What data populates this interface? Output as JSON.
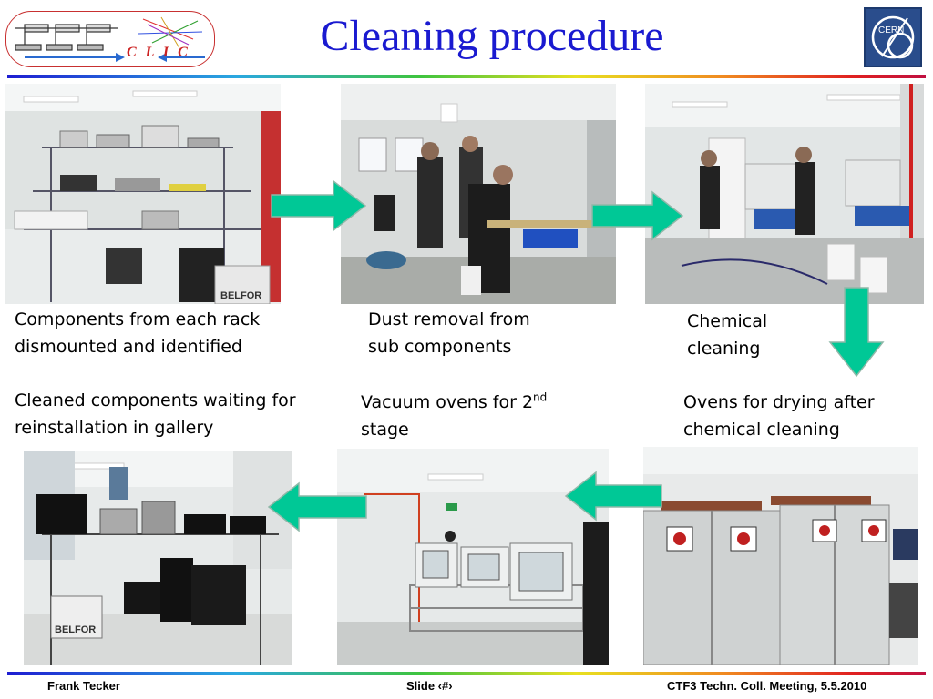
{
  "header": {
    "title": "Cleaning procedure",
    "logo_text": "C L I C",
    "cern_text": "CERN"
  },
  "captions": {
    "c1": "Components from each rack dismounted and identified",
    "c2": "Dust removal from sub components",
    "c3": "Chemical cleaning",
    "c4": "Ovens for drying after chemical cleaning",
    "c5_main": "Vacuum ovens for 2",
    "c5_sup": "nd",
    "c5_tail": "stage",
    "c6": "Cleaned components waiting for reinstallation in gallery"
  },
  "photo_labels": {
    "belfor": "BELFOR"
  },
  "footer": {
    "left": "Frank Tecker",
    "center": "Slide ‹#›",
    "right": "CTF3 Techn. Coll. Meeting, 5.5.2010"
  },
  "colors": {
    "title": "#1a1ad0",
    "arrow": "#00c896",
    "logo_border": "#c83030",
    "cern_blue": "#2a4d8c"
  }
}
